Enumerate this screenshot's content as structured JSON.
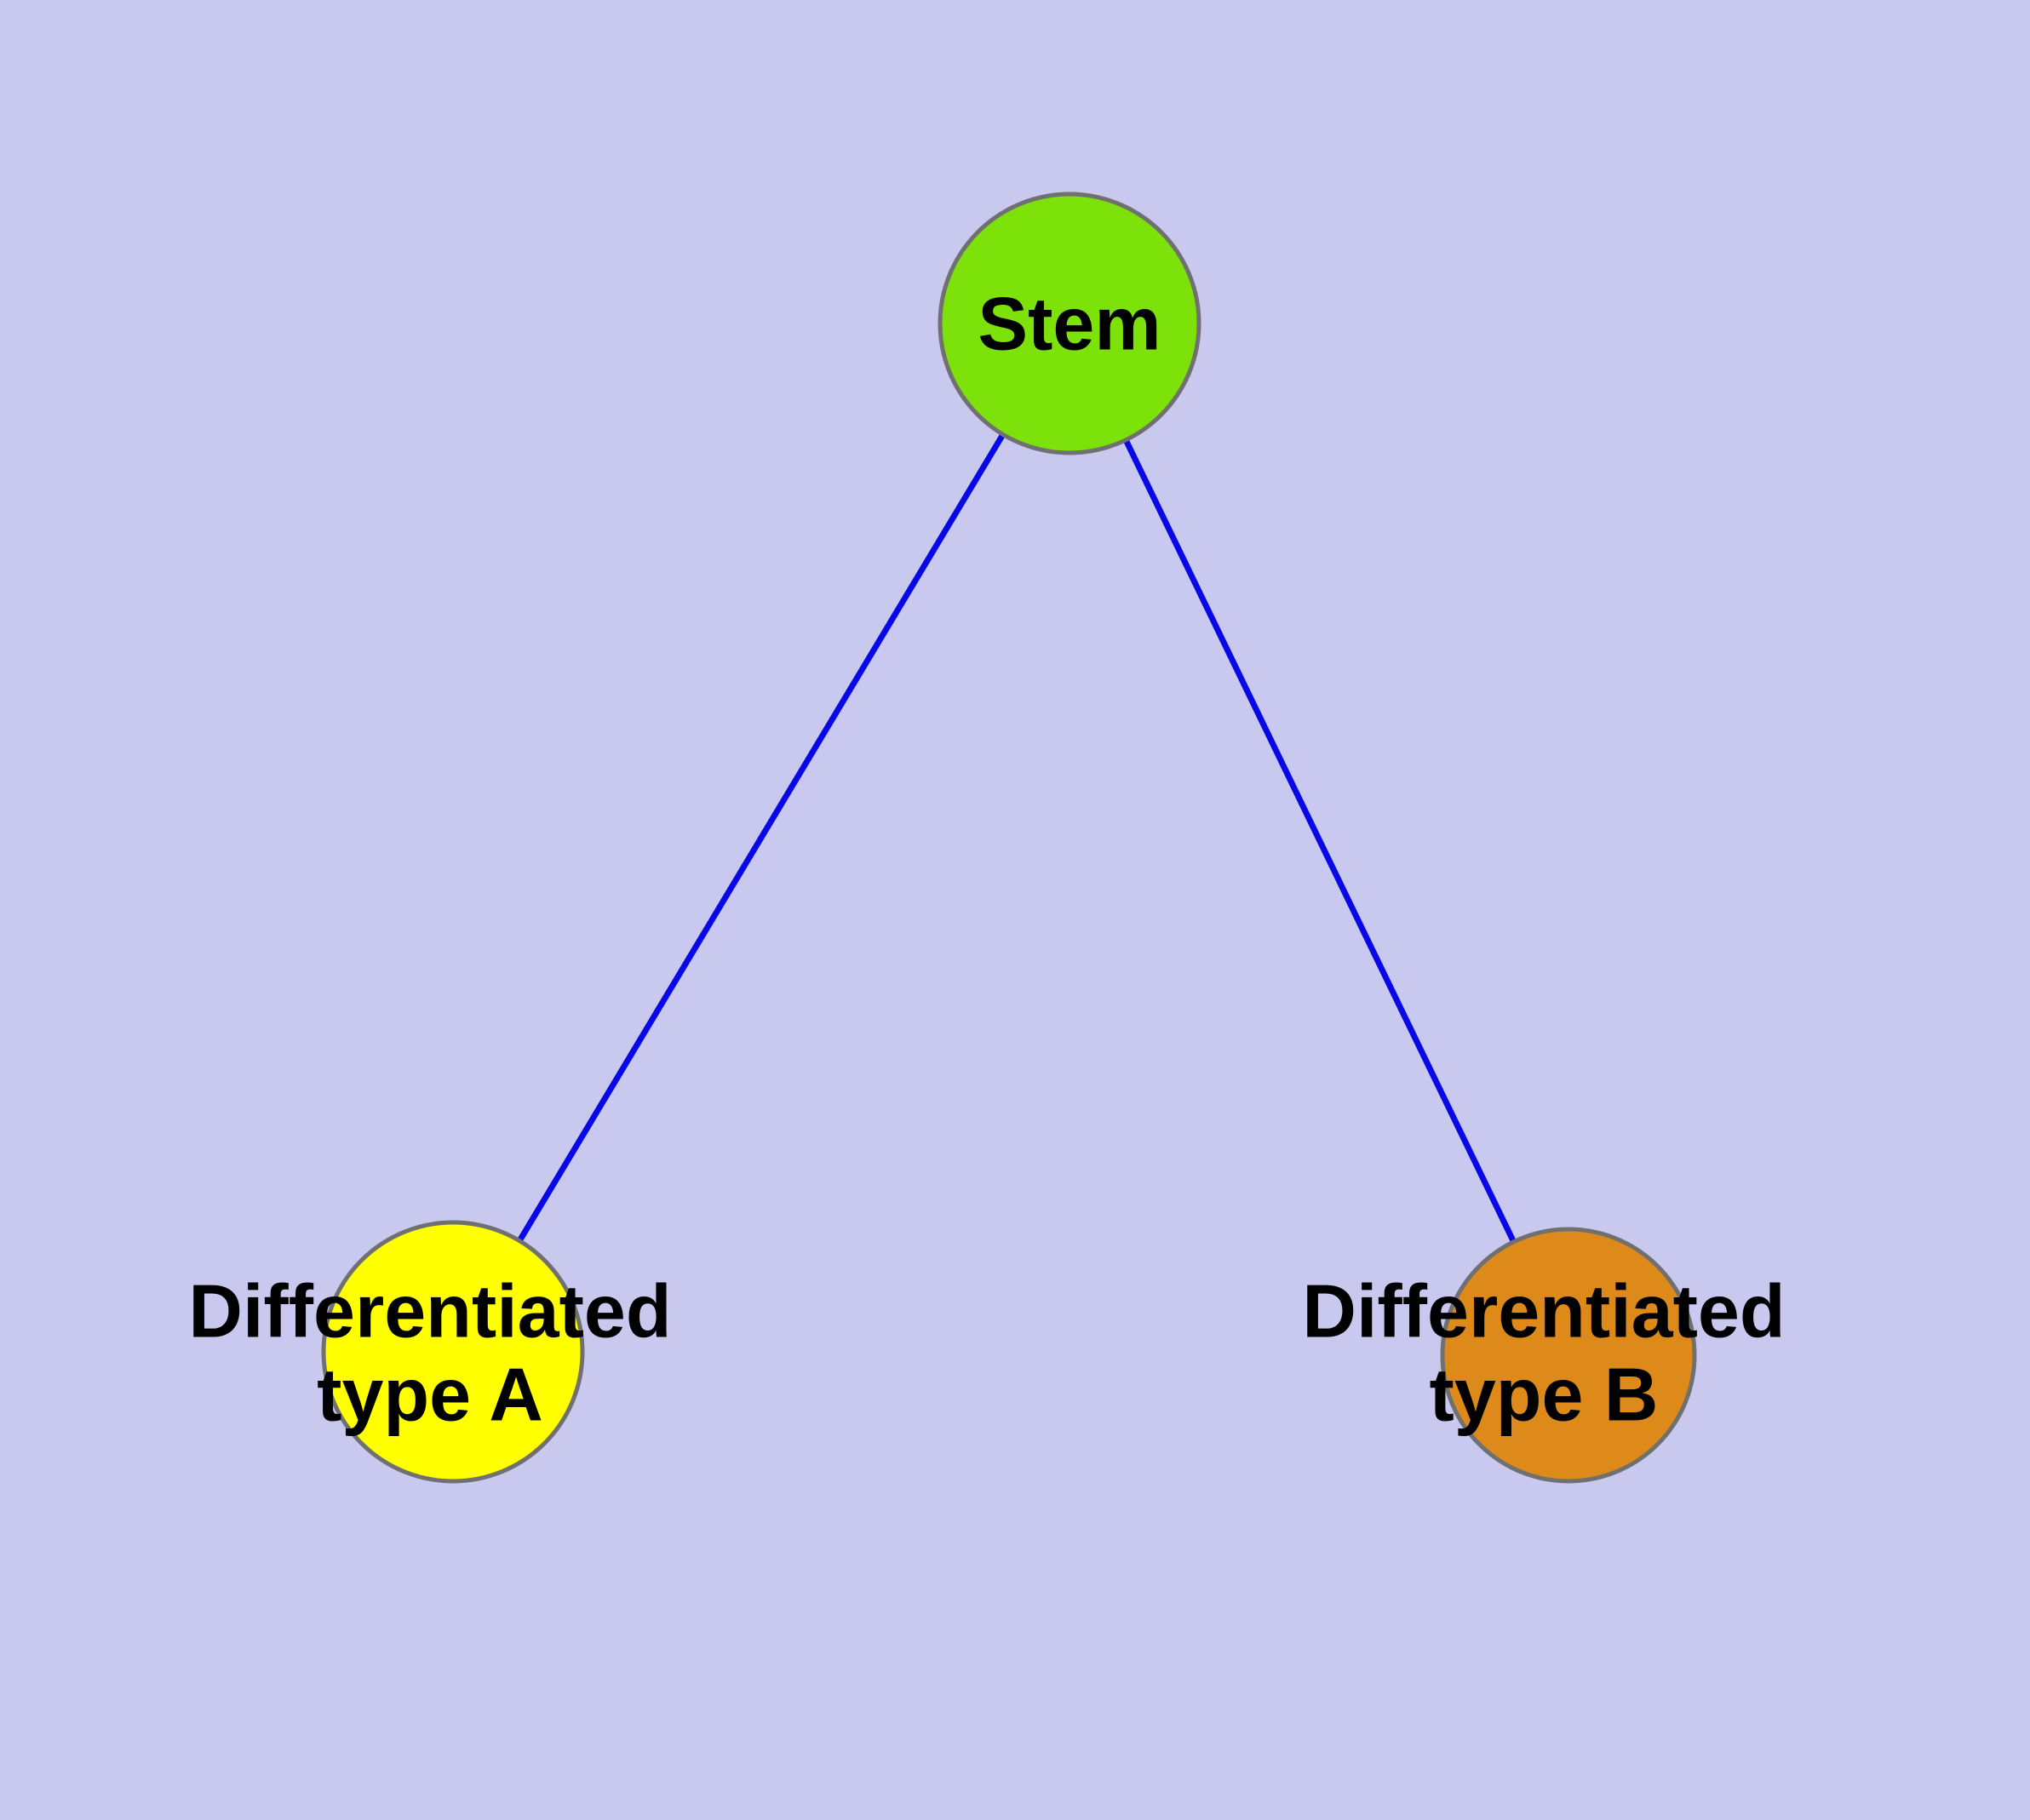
{
  "diagram": {
    "background_color": "#c9c9f0",
    "edge_color": "#0808e6",
    "node_border_color": "#707070",
    "text_color": "#000000",
    "nodes": {
      "stem": {
        "label": "Stem",
        "fill": "#7de10a"
      },
      "type_a": {
        "label_line1": "Differentiated",
        "label_line2": "type A",
        "fill": "#ffff00"
      },
      "type_b": {
        "label_line1": "Differentiated",
        "label_line2": "type B",
        "fill": "#de8a1b"
      }
    },
    "edges": [
      {
        "from": "Stem",
        "to": "Differentiated type A"
      },
      {
        "from": "Stem",
        "to": "Differentiated type B"
      }
    ]
  }
}
